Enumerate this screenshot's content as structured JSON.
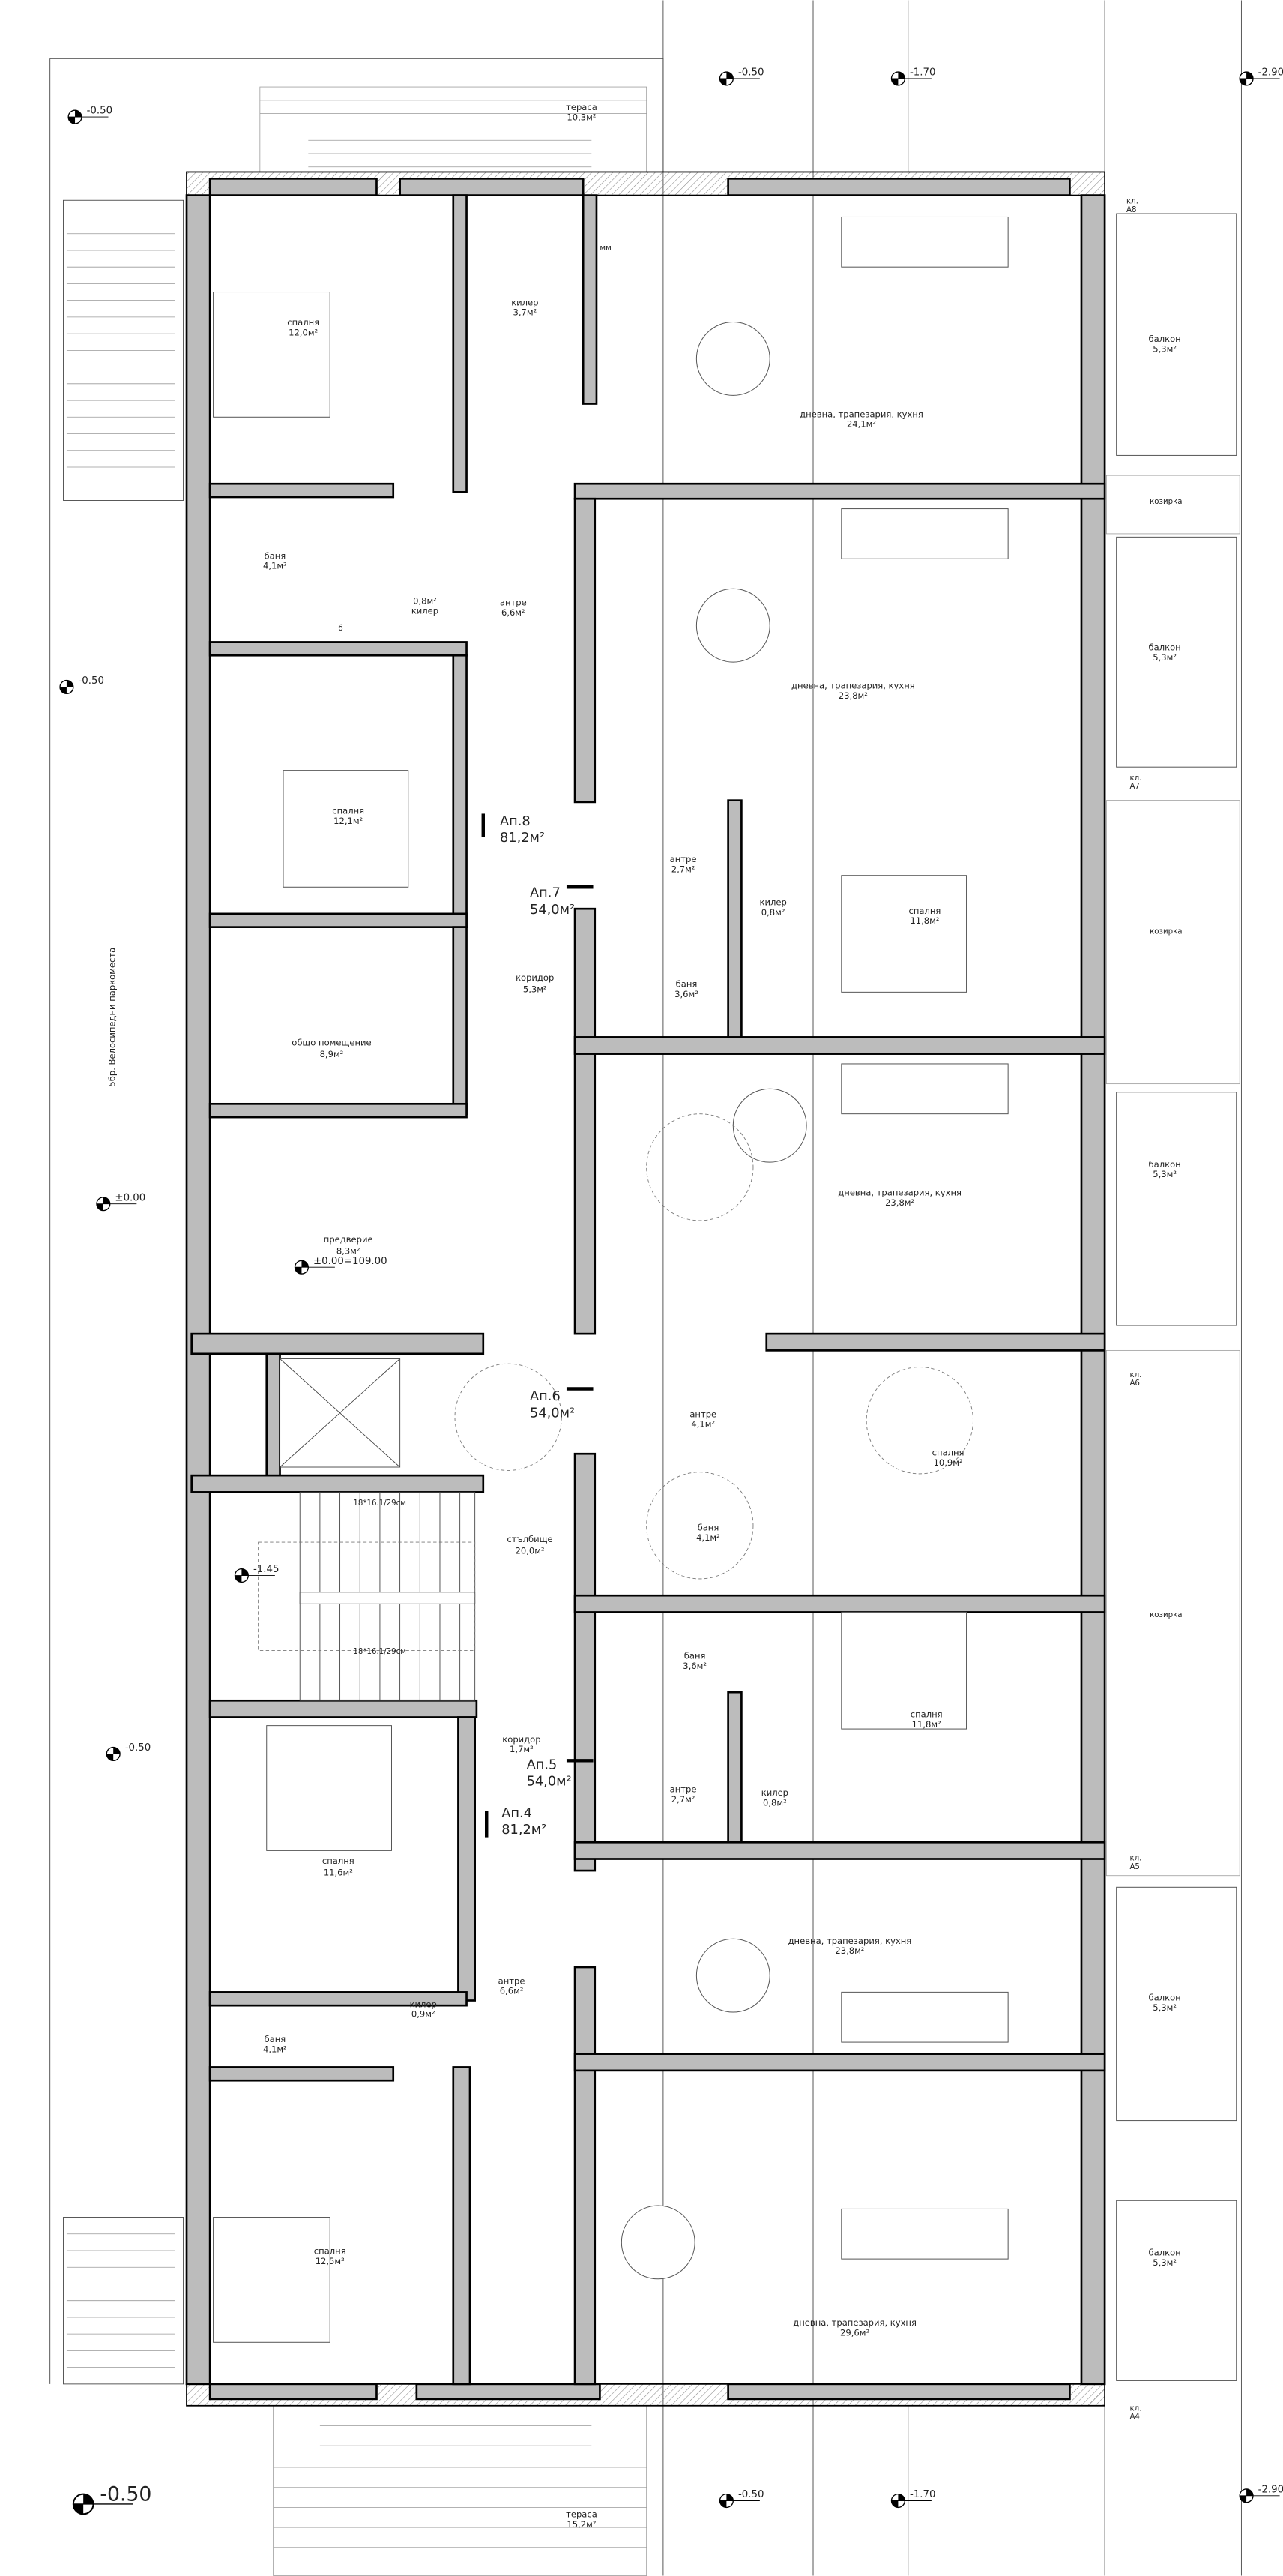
{
  "plan": {
    "rooms": [
      {
        "name": "тераса",
        "area": "10,3м²"
      },
      {
        "name": "спалня",
        "area": "12,0м²"
      },
      {
        "name": "килер",
        "area": "3,7м²"
      },
      {
        "name": "дневна, трапезария, кухня",
        "area": "24,1м²"
      },
      {
        "name": "балкон",
        "area": "5,3м²"
      },
      {
        "name": "баня",
        "area": "4,1м²"
      },
      {
        "name": "килер",
        "area": "0,8м²"
      },
      {
        "name": "антре",
        "area": "6,6м²"
      },
      {
        "name": "дневна, трапезария, кухня",
        "area": "23,8м²"
      },
      {
        "name": "балкон",
        "area": "5,3м²"
      },
      {
        "name": "спалня",
        "area": "12,1м²"
      },
      {
        "name": "антре",
        "area": "2,7м²"
      },
      {
        "name": "килер",
        "area": "0,8м²"
      },
      {
        "name": "спалня",
        "area": "11,8м²"
      },
      {
        "name": "баня",
        "area": "3,6м²"
      },
      {
        "name": "коридор",
        "area": "5,3м²"
      },
      {
        "name": "общо помещение",
        "area": "8,9м²"
      },
      {
        "name": "дневна, трапезария, кухня",
        "area": "23,8м²"
      },
      {
        "name": "балкон",
        "area": "5,3м²"
      },
      {
        "name": "предверие",
        "area": "8,3м²"
      },
      {
        "name": "антре",
        "area": "4,1м²"
      },
      {
        "name": "спалня",
        "area": "10,9м²"
      },
      {
        "name": "баня",
        "area": "4,1м²"
      },
      {
        "name": "стълбище",
        "area": "20,0м²"
      },
      {
        "name": "баня",
        "area": "3,6м²"
      },
      {
        "name": "спалня",
        "area": "11,8м²"
      },
      {
        "name": "килер",
        "area": "0,8м²"
      },
      {
        "name": "коридор",
        "area": "1,7м²"
      },
      {
        "name": "антре",
        "area": "2,7м²"
      },
      {
        "name": "спалня",
        "area": "11,6м²"
      },
      {
        "name": "дневна, трапезария, кухня",
        "area": "23,8м²"
      },
      {
        "name": "антре",
        "area": "6,6м²"
      },
      {
        "name": "килер",
        "area": "0,9м²"
      },
      {
        "name": "баня",
        "area": "4,1м²"
      },
      {
        "name": "балкон",
        "area": "5,3м²"
      },
      {
        "name": "спалня",
        "area": "12,5м²"
      },
      {
        "name": "дневна, трапезария, кухня",
        "area": "29,6м²"
      },
      {
        "name": "балкон",
        "area": "5,3м²"
      },
      {
        "name": "тераса",
        "area": "15,2м²"
      }
    ],
    "apartments": [
      {
        "label": "Ап.8",
        "area": "81,2м²"
      },
      {
        "label": "Ап.7",
        "area": "54,0м²"
      },
      {
        "label": "Ап.6",
        "area": "54,0м²"
      },
      {
        "label": "Ап.5",
        "area": "54,0м²"
      },
      {
        "label": "Ап.4",
        "area": "81,2м²"
      }
    ],
    "storage_tags": [
      {
        "prefix": "кл.",
        "code": "A8"
      },
      {
        "prefix": "кл.",
        "code": "A7"
      },
      {
        "prefix": "кл.",
        "code": "A6"
      },
      {
        "prefix": "кл.",
        "code": "A5"
      },
      {
        "prefix": "кл.",
        "code": "A4"
      }
    ],
    "levels": {
      "minus_050": "-0.50",
      "minus_170": "-1.70",
      "minus_290": "-2.90",
      "minus_145": "-1.45",
      "zero": "±0.00",
      "zero_abs": "±0.00=109.00"
    },
    "canopy_label": "козирка",
    "stair_note": "18*16.1/29см",
    "bike_parking": "5бр. Велосипедни паркоместа",
    "appliance_marks": {
      "dishwasher": "мм",
      "washer": "б"
    }
  }
}
